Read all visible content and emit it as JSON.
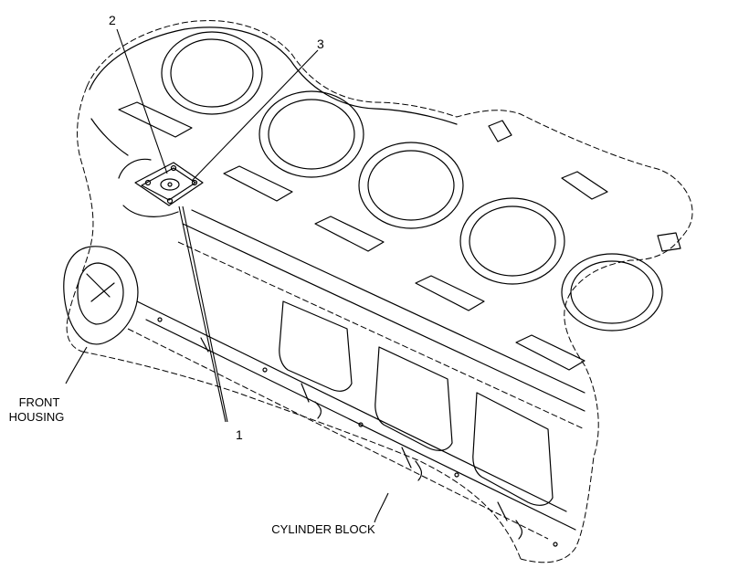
{
  "callouts": {
    "one": "1",
    "two": "2",
    "three": "3"
  },
  "labels": {
    "front_housing_line1": "FRONT",
    "front_housing_line2": "HOUSING",
    "cylinder_block": "CYLINDER BLOCK"
  }
}
